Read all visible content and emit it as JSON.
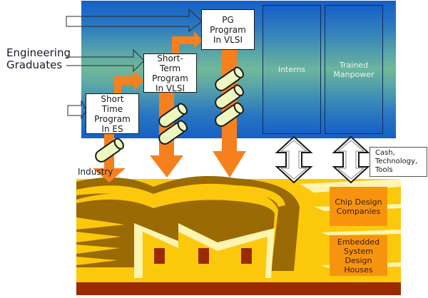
{
  "source_label": "Engineering\nGraduates",
  "programs": [
    {
      "id": "short-time-es",
      "label": "Short\nTime\nProgram\nIn ES"
    },
    {
      "id": "short-term-vlsi",
      "label": "Short-\nTerm\nProgram\nIn VLSI"
    },
    {
      "id": "pg-vlsi",
      "label": "PG\nProgram\nIn VLSI"
    }
  ],
  "outputs": [
    {
      "id": "interns",
      "label": "Interns"
    },
    {
      "id": "trained-manpower",
      "label": "Trained\nManpower"
    }
  ],
  "exchange_label": "Cash,\nTechnology,\nTools",
  "industry_label": "Industry",
  "industry_segments": [
    {
      "id": "chip-design",
      "label": "Chip Design\nCompanies"
    },
    {
      "id": "embedded",
      "label": "Embedded\nSystem\nDesign\nHouses"
    }
  ],
  "colors": {
    "panel_blue": "#1560c8",
    "panel_teal": "#70b89a",
    "arrow_orange": "#f7801e",
    "industry_yellow": "#fcc80c",
    "industry_brown": "#9a6a04",
    "ground_red": "#9a2a00",
    "diploma": "#eef7c0"
  }
}
